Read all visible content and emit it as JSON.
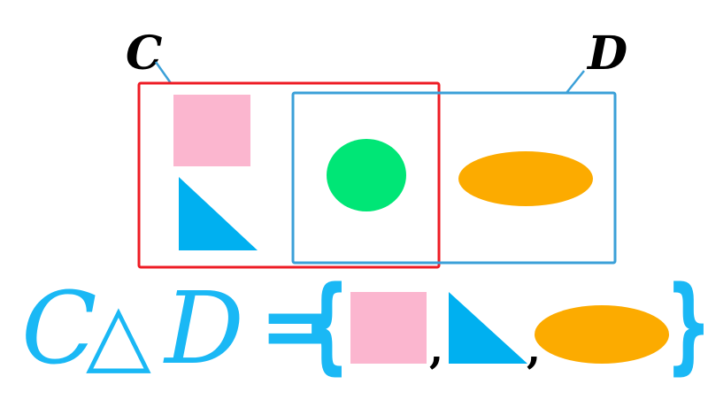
{
  "sets": {
    "c_label": "C",
    "d_label": "D"
  },
  "formula": {
    "left_set": "C",
    "operator": "△",
    "right_set": "D",
    "equals": "=",
    "open_brace": "{",
    "close_brace": "}",
    "comma": ","
  },
  "colors": {
    "set_c_border": "#ee1c25",
    "set_d_border": "#3ba0d8",
    "square": "#fbb6cf",
    "triangle": "#00b0f0",
    "circle": "#00e676",
    "ellipse": "#fcab00",
    "formula_text": "#1ab8f5"
  },
  "elements": {
    "set_c": [
      "square",
      "triangle",
      "circle"
    ],
    "set_d": [
      "circle",
      "ellipse"
    ],
    "symmetric_difference": [
      "square",
      "triangle",
      "ellipse"
    ]
  }
}
